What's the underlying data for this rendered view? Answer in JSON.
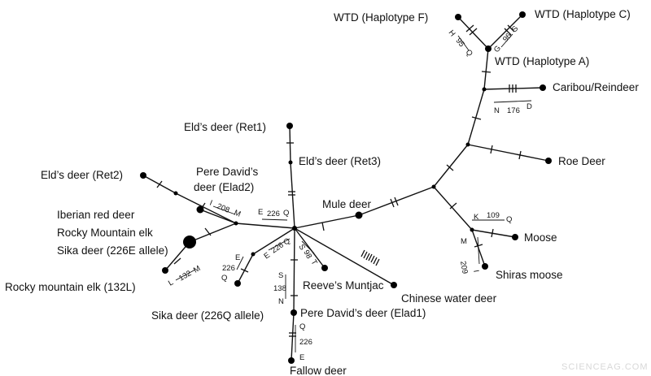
{
  "labels": {
    "wtd_f": "WTD (Haplotype F)",
    "wtd_c": "WTD (Haplotype C)",
    "wtd_a": "WTD (Haplotype A)",
    "caribou": "Caribou/Reindeer",
    "elds_ret1": "Eld’s deer (Ret1)",
    "elds_ret3": "Eld’s deer (Ret3)",
    "roe": "Roe Deer",
    "elds_ret2": "Eld’s deer (Ret2)",
    "pere_elad2_line1": "Pere David’s",
    "pere_elad2_line2": "deer (Elad2)",
    "mule": "Mule deer",
    "iberian": "Iberian red deer",
    "rocky_elk": "Rocky Mountain elk",
    "sika_226e": "Sika deer (226E allele)",
    "moose": "Moose",
    "shiras": "Shiras moose",
    "rocky_132l": "Rocky mountain elk (132L)",
    "reeves": "Reeve’s Muntjac",
    "chinese_water": "Chinese water deer",
    "sika_226q": "Sika deer (226Q allele)",
    "pere_elad1": "Pere David’s deer (Elad1)",
    "fallow": "Fallow deer"
  },
  "annotations": {
    "h": "H",
    "q95": "Q",
    "n95": "95",
    "g": "G",
    "s96": "S",
    "n96": "96",
    "n176": "N",
    "num176": "176",
    "d176": "D",
    "i208": "I",
    "num208": "208",
    "m208": "M",
    "e226a": "E",
    "num226a": "226",
    "q226a": "Q",
    "e226b": "E",
    "num226b": "226",
    "q226b": "Q",
    "e226c": "E",
    "num226c": "226",
    "q226c": "Q",
    "s98": "S",
    "num98": "98",
    "t98": "T",
    "k109": "K",
    "num109": "109",
    "q109": "Q",
    "m209": "M",
    "num209": "209",
    "i209": "I",
    "l132": "L",
    "num132": "132",
    "m132": "M",
    "s138": "S",
    "num138": "138",
    "n138": "N",
    "q226d": "Q",
    "num226d": "226",
    "e226d": "E"
  },
  "watermark": "SCIENCEAG.COM"
}
